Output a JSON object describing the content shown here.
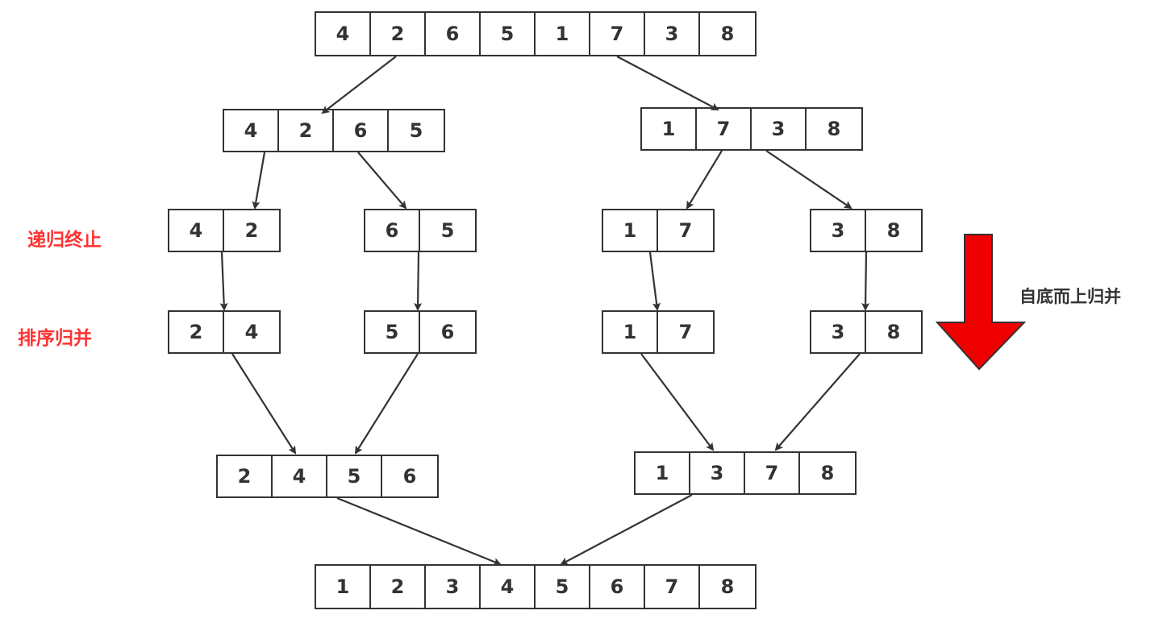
{
  "colors": {
    "line": "#333333",
    "label_red": "#ff3333",
    "label_dark": "#333333",
    "big_arrow_fill": "#ee0000",
    "big_arrow_stroke": "#333333"
  },
  "labels": {
    "recursion_end": "递归终止",
    "sort_merge": "排序归并",
    "bottom_up": "自底而上归并"
  },
  "rows": {
    "original": [
      "4",
      "2",
      "6",
      "5",
      "1",
      "7",
      "3",
      "8"
    ],
    "split_left": [
      "4",
      "2",
      "6",
      "5"
    ],
    "split_right": [
      "1",
      "7",
      "3",
      "8"
    ],
    "base": [
      [
        "4",
        "2"
      ],
      [
        "6",
        "5"
      ],
      [
        "1",
        "7"
      ],
      [
        "3",
        "8"
      ]
    ],
    "sorted_pairs": [
      [
        "2",
        "4"
      ],
      [
        "5",
        "6"
      ],
      [
        "1",
        "7"
      ],
      [
        "3",
        "8"
      ]
    ],
    "merged_left": [
      "2",
      "4",
      "5",
      "6"
    ],
    "merged_right": [
      "1",
      "3",
      "7",
      "8"
    ],
    "result": [
      "1",
      "2",
      "3",
      "4",
      "5",
      "6",
      "7",
      "8"
    ]
  },
  "icons": {
    "direction": "down-arrow-icon"
  }
}
